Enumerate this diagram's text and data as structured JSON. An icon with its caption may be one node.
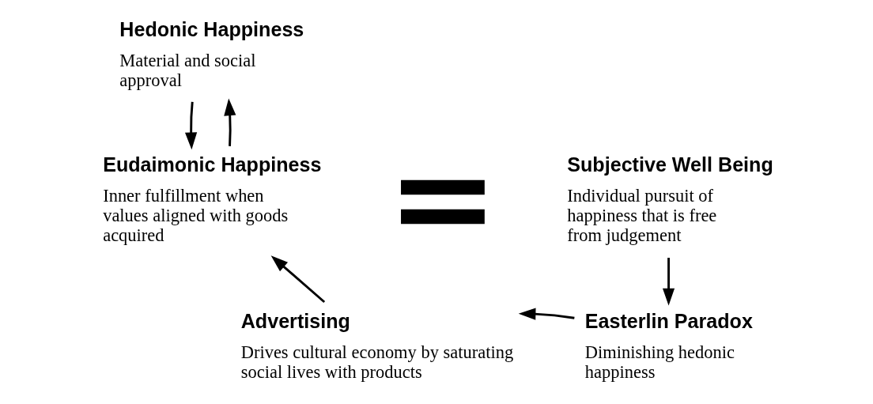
{
  "diagram": {
    "nodes": [
      {
        "text": [
          "Hedonic Happiness",
          "Material and social approval"
        ]
      },
      {
        "text": [
          "Eudaimonic Happiness",
          "Inner fulfillment when values aligned with goods acquired"
        ]
      },
      {
        "text": [],
        "shape": "equals"
      },
      {
        "text": [
          "Subjective Well Being",
          "Individual pursuit of happiness that is free from judgement"
        ]
      },
      {
        "text": [
          "Easterlin Paradox",
          "Diminishing hedonic happiness"
        ]
      },
      {
        "text": [
          "Advertising",
          "Drives cultural economy by saturating social lives with products"
        ]
      }
    ],
    "edges": [
      {
        "from": 0,
        "to": 1,
        "arrow": "to"
      },
      {
        "from": 1,
        "to": 0,
        "arrow": "to"
      },
      {
        "from": 3,
        "to": 4,
        "arrow": "to"
      },
      {
        "from": 4,
        "to": 5,
        "arrow": "to"
      },
      {
        "from": 5,
        "to": 1,
        "arrow": "to"
      }
    ]
  }
}
